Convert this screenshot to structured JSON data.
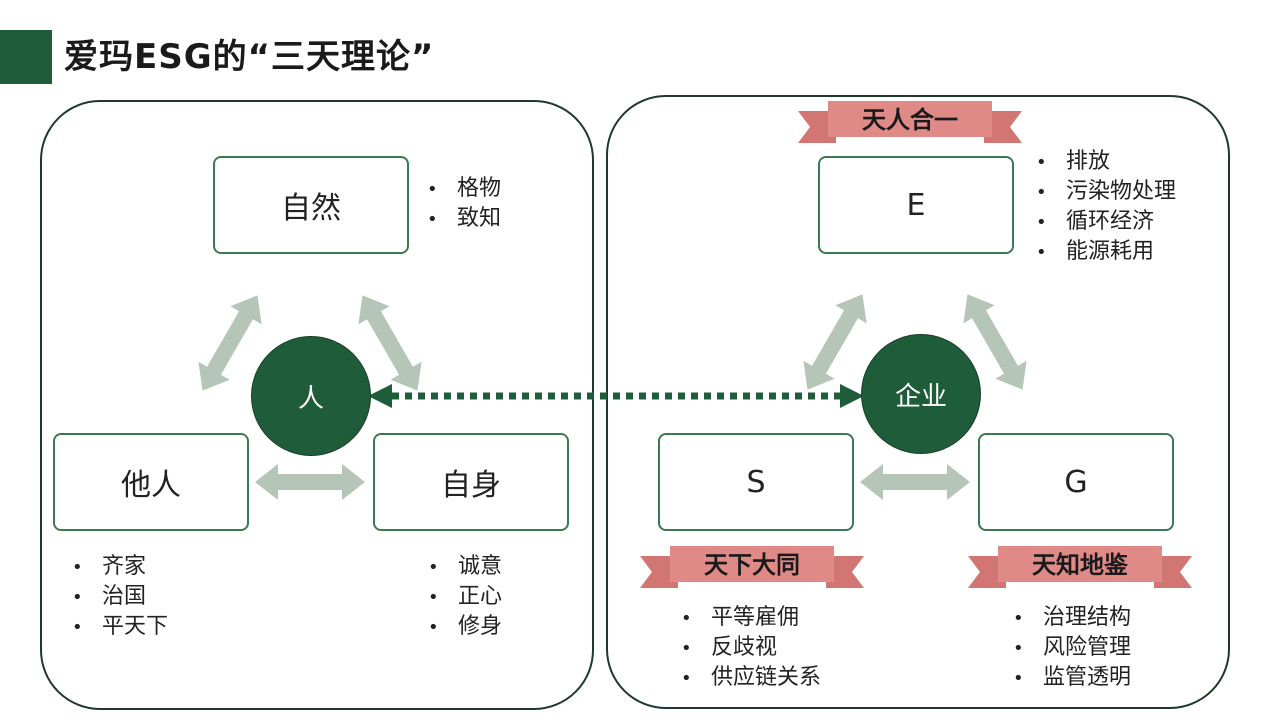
{
  "title": "爱玛ESG的“三天理论”",
  "left": {
    "top_box": "自然",
    "left_box": "他人",
    "right_box": "自身",
    "center": "人",
    "top_list": [
      "格物",
      "致知"
    ],
    "left_list": [
      "齐家",
      "治国",
      "平天下"
    ],
    "right_list": [
      "诚意",
      "正心",
      "修身"
    ]
  },
  "right": {
    "top_box": "E",
    "left_box": "S",
    "right_box": "G",
    "center": "企业",
    "ribbon_top": "天人合一",
    "ribbon_left": "天下大同",
    "ribbon_right": "天知地鉴",
    "e_list": [
      "排放",
      "污染物处理",
      "循环经济",
      "能源耗用"
    ],
    "s_list": [
      "平等雇佣",
      "反歧视",
      "供应链关系"
    ],
    "g_list": [
      "治理结构",
      "风险管理",
      "监管透明"
    ]
  },
  "colors": {
    "dark_green": "#1f5c3a",
    "box_border": "#3a7a52",
    "arrow_green": "#b5c5b7",
    "ribbon_pink": "#e08a88",
    "panel_border": "#1f3a2b"
  }
}
